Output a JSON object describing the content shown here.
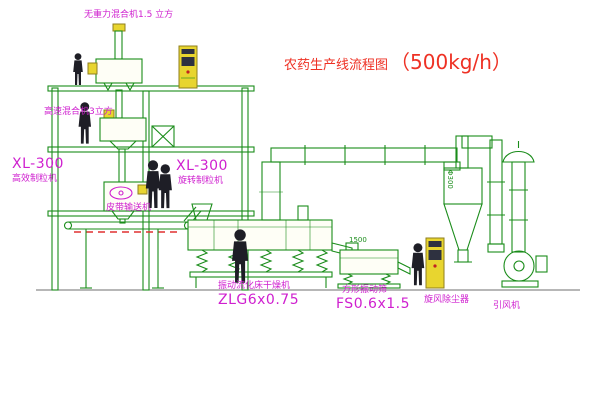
{
  "title": {
    "text": "农药生产线流程图",
    "capacity": "（500kg/h）"
  },
  "labels": {
    "gravity_mixer": "无重力混合机1.5 立方",
    "high_speed_mixer": "高速混合机3立方",
    "granulator_left_model": "XL-300",
    "granulator_left_name": "高效制粒机",
    "granulator_mid_model": "XL-300",
    "granulator_mid_name": "旋转制粒机",
    "belt_conveyor": "皮带输送机",
    "dryer_name": "振动流化床干燥机",
    "dryer_model": "ZLG6x0.75",
    "screen_name": "方形振动筛",
    "screen_model": "FS0.6x1.5",
    "cyclone_name": "旋风除尘器",
    "fan_name": "引风机"
  },
  "annotations": {
    "screen_width": "1500",
    "duct_diameter": "Φ300"
  },
  "colors": {
    "line": "#1a8c1a",
    "label": "#cf1fcf",
    "title": "#ee3124",
    "panel": "#e8d52f",
    "panel-border": "#8f7f1e",
    "figure": "#1e1e26",
    "alert": "#e03030",
    "ground": "#6f6f6f"
  }
}
